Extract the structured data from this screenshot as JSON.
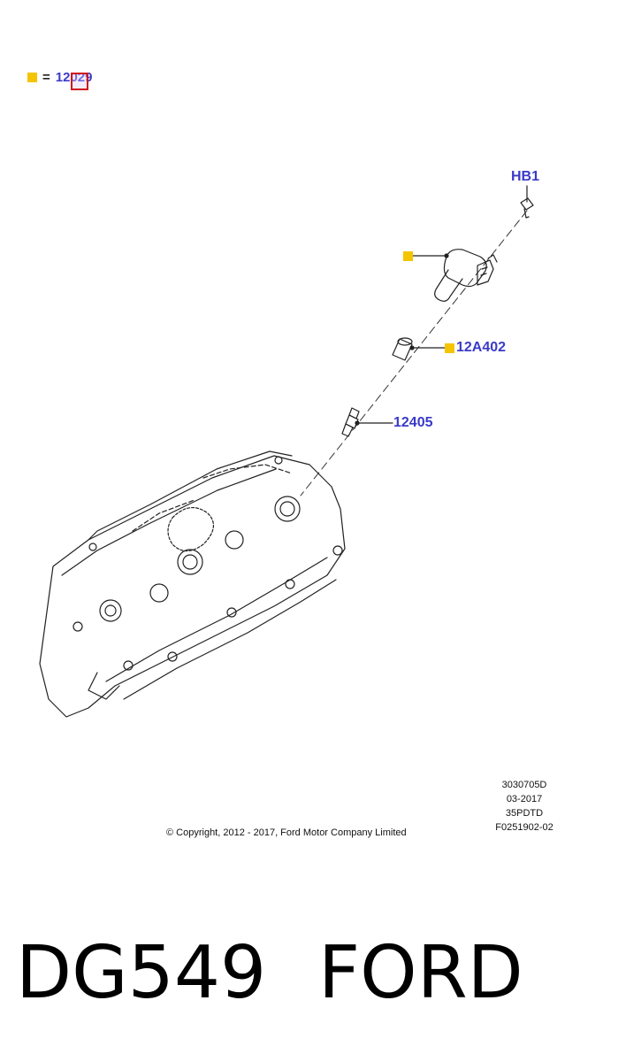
{
  "legend": {
    "equals": "=",
    "part_number": "12029"
  },
  "callouts": {
    "hb1": "HB1",
    "sensor_12a402": "12A402",
    "plug_12405": "12405"
  },
  "meta": {
    "line1": "3030705D",
    "line2": "03-2017",
    "line3": "35PDTD",
    "line4": "F0251902-02"
  },
  "copyright": "© Copyright, 2012 - 2017, Ford Motor Company Limited",
  "footer": {
    "code": "DG549",
    "brand": "FORD"
  },
  "colors": {
    "callout_blue": "#3a3ac8",
    "marker_yellow": "#f5c400",
    "highlight_red": "#d01818"
  }
}
